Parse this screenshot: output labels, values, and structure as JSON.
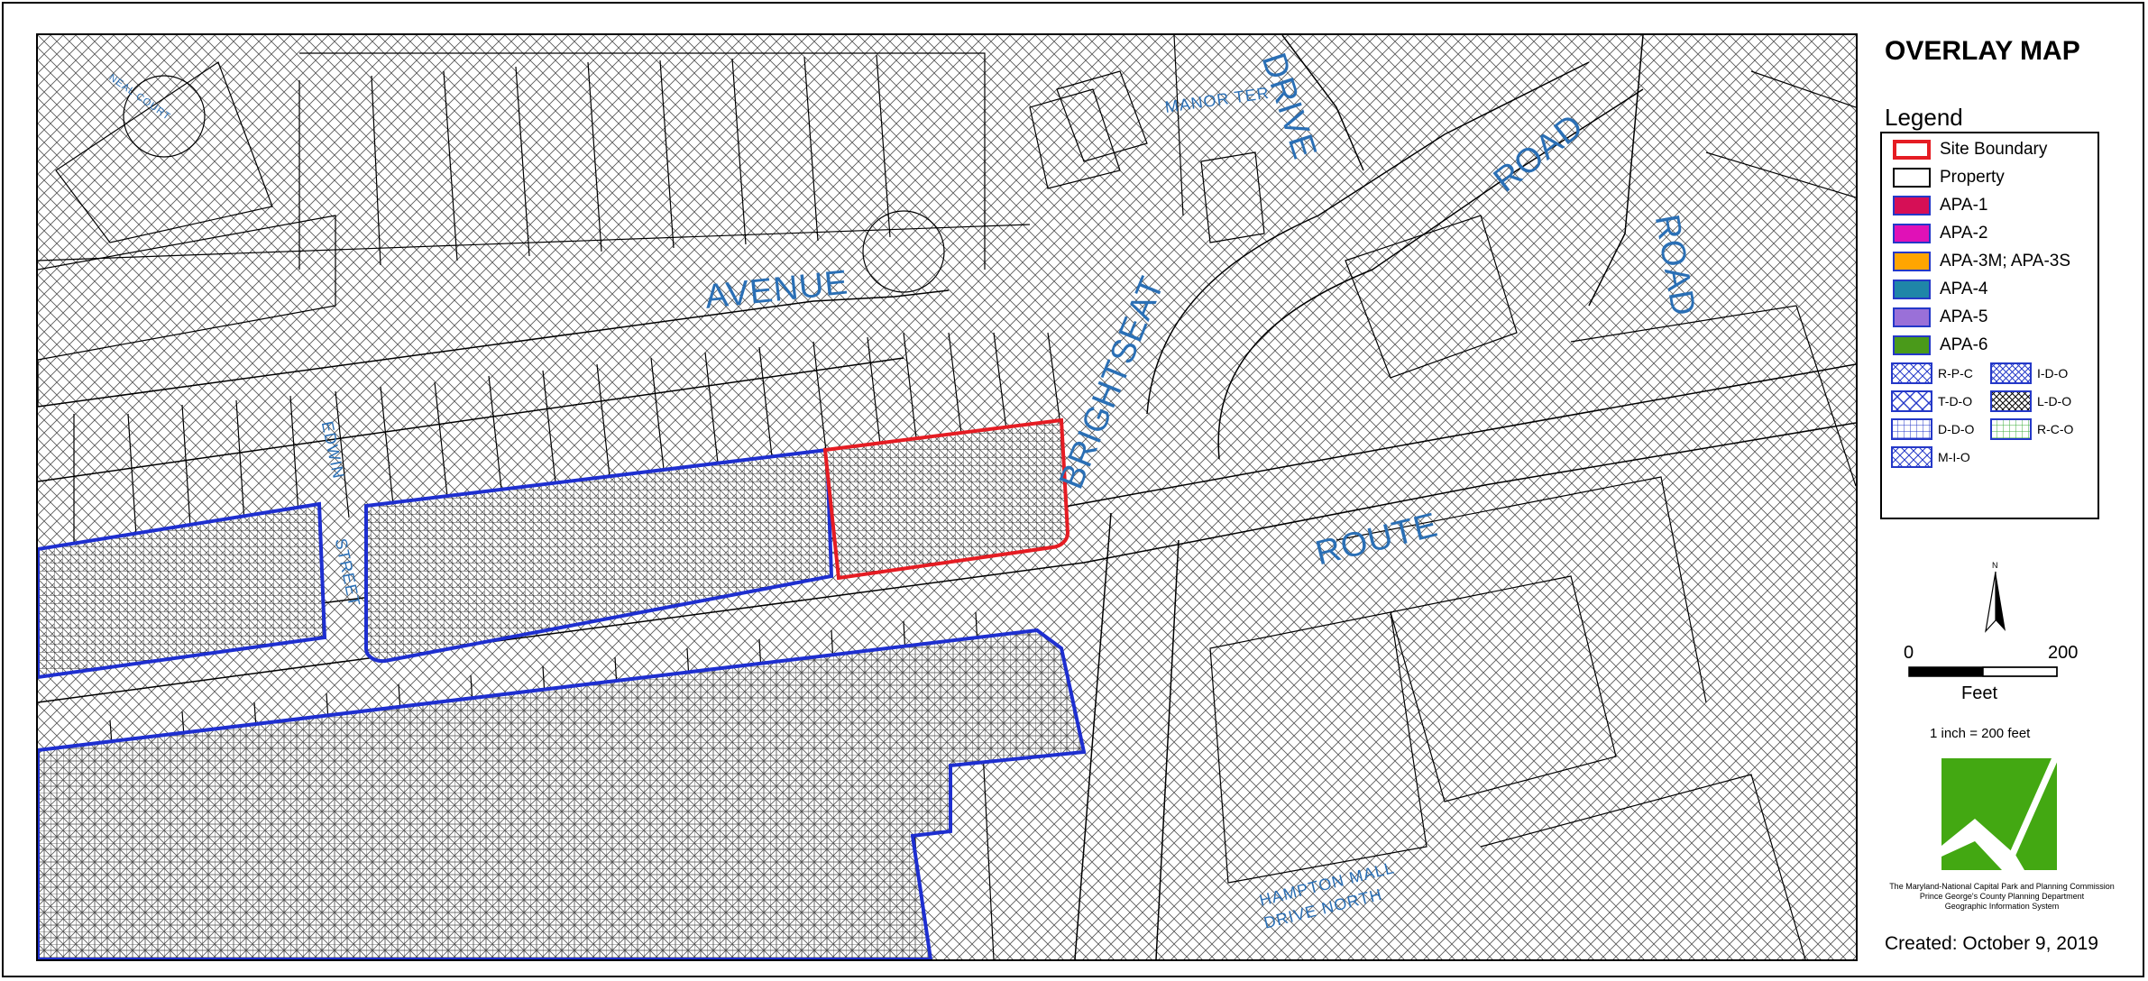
{
  "map": {
    "street_labels": [
      {
        "id": "avenue",
        "text": "AVENUE"
      },
      {
        "id": "brightseat",
        "text": "BRIGHTSEAT"
      },
      {
        "id": "road-top",
        "text": "ROAD"
      },
      {
        "id": "road-right",
        "text": "ROAD"
      },
      {
        "id": "route",
        "text": "ROUTE"
      },
      {
        "id": "drive",
        "text": "DRIVE"
      },
      {
        "id": "manor-ter",
        "text": "MANOR TER"
      },
      {
        "id": "edwin",
        "text": "EDWIN"
      },
      {
        "id": "street",
        "text": "STREET"
      },
      {
        "id": "hampton-mall",
        "text": "HAMPTON MALL"
      },
      {
        "id": "drive-north",
        "text": "DRIVE NORTH"
      },
      {
        "id": "court",
        "text": "NEAL COURT"
      }
    ],
    "colors": {
      "site_boundary": "#e51c23",
      "overlay_outline": "#1e2fd0",
      "label": "#2a6fb5",
      "parcel_line": "#000000"
    }
  },
  "sidebar": {
    "title": "OVERLAY MAP",
    "legend_title": "Legend",
    "legend_items": [
      {
        "label": "Site Boundary",
        "fill": "#ffffff",
        "border": "#e51c23"
      },
      {
        "label": "Property",
        "fill": "#ffffff",
        "border": "#000000"
      },
      {
        "label": "APA-1",
        "fill": "#d60f56",
        "border": "#2438c8"
      },
      {
        "label": "APA-2",
        "fill": "#e011b7",
        "border": "#2438c8"
      },
      {
        "label": "APA-3M; APA-3S",
        "fill": "#ffa500",
        "border": "#2438c8"
      },
      {
        "label": "APA-4",
        "fill": "#1f86a8",
        "border": "#2438c8"
      },
      {
        "label": "APA-5",
        "fill": "#9a70d8",
        "border": "#2438c8"
      },
      {
        "label": "APA-6",
        "fill": "#4a9a1a",
        "border": "#2438c8"
      }
    ],
    "pattern_items": [
      {
        "label": "R-P-C",
        "pattern": "diag"
      },
      {
        "label": "I-D-O",
        "pattern": "diag-dense"
      },
      {
        "label": "T-D-O",
        "pattern": "cross"
      },
      {
        "label": "L-D-O",
        "pattern": "diag-black"
      },
      {
        "label": "D-D-O",
        "pattern": "grid"
      },
      {
        "label": "R-C-O",
        "pattern": "grid-green"
      },
      {
        "label": "M-I-O",
        "pattern": "diag"
      }
    ],
    "north_symbol": "N",
    "scale": {
      "zero": "0",
      "max": "200",
      "unit": "Feet",
      "ratio": "1 inch = 200 feet"
    },
    "logo_color": "#43a812",
    "org_lines": [
      "The Maryland-National Capital Park and Planning Commission",
      "Prince George's County Planning Department",
      "Geographic Information System"
    ],
    "created": "Created: October 9, 2019"
  }
}
